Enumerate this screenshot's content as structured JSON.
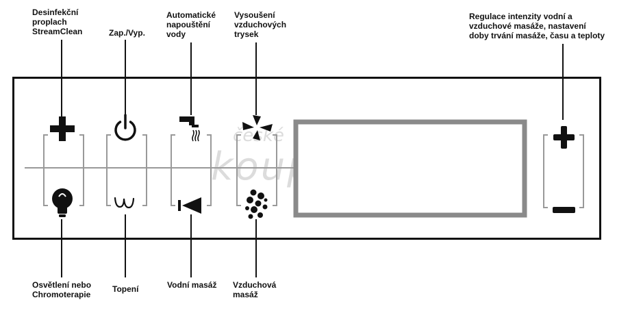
{
  "labels": {
    "disinfection": "Desinfekční\nproplach\nStreamClean",
    "power": "Zap./Vyp.",
    "auto_fill": "Automatické\nnapouštění\nvody",
    "air_dry": "Vysoušení\nvzduchových\ntrysek",
    "regulation": "Regulace intenzity vodní a\nvzduchové masáže, nastavení\ndoby trvání masáže, času a teploty",
    "light": "Osvětlení  nebo\nChromoterapie",
    "heating": "Topení",
    "water_massage": "Vodní masáž",
    "air_massage": "Vzduchová\nmasáž"
  },
  "watermark": {
    "small": "české",
    "large": "koupelny"
  },
  "colors": {
    "line": "#111111",
    "display_border": "#8a8a8a",
    "bracket": "#999999",
    "watermark": "#dcdcdc"
  },
  "icons": [
    "plus-icon",
    "power-icon",
    "faucet-icon",
    "fan-icon",
    "bulb-icon",
    "heating-coil-icon",
    "water-jet-icon",
    "air-bubbles-icon",
    "increase-icon",
    "decrease-icon"
  ]
}
